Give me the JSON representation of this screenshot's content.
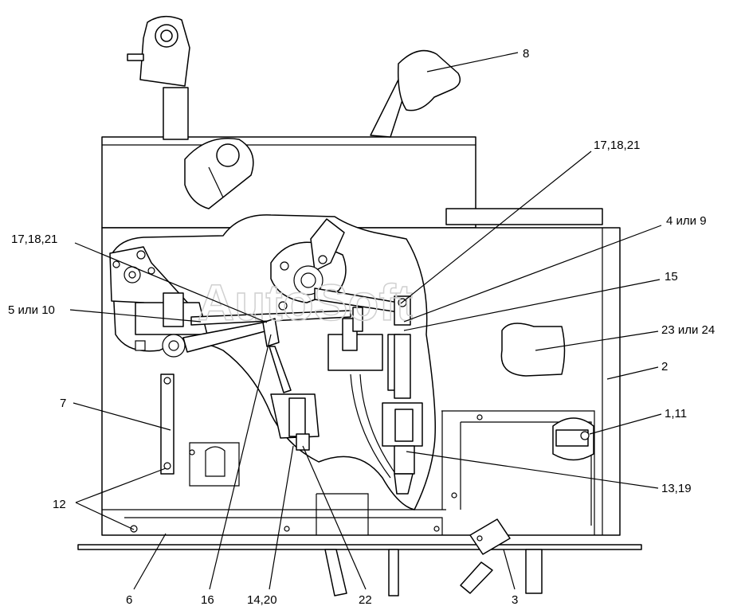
{
  "watermark": "AutoSoft",
  "callouts": [
    {
      "id": "c8",
      "text": "8"
    },
    {
      "id": "c17a",
      "text": "17,18,21"
    },
    {
      "id": "c17b",
      "text": "17,18,21"
    },
    {
      "id": "c4",
      "text": "4 или 9"
    },
    {
      "id": "c5",
      "text": "5 или 10"
    },
    {
      "id": "c15",
      "text": "15"
    },
    {
      "id": "c23",
      "text": "23 или 24"
    },
    {
      "id": "c2",
      "text": "2"
    },
    {
      "id": "c7",
      "text": "7"
    },
    {
      "id": "c1",
      "text": "1,11"
    },
    {
      "id": "c13",
      "text": "13,19"
    },
    {
      "id": "c12",
      "text": "12"
    },
    {
      "id": "c6",
      "text": "6"
    },
    {
      "id": "c16",
      "text": "16"
    },
    {
      "id": "c14",
      "text": "14,20"
    },
    {
      "id": "c22",
      "text": "22"
    },
    {
      "id": "c3",
      "text": "3"
    }
  ]
}
